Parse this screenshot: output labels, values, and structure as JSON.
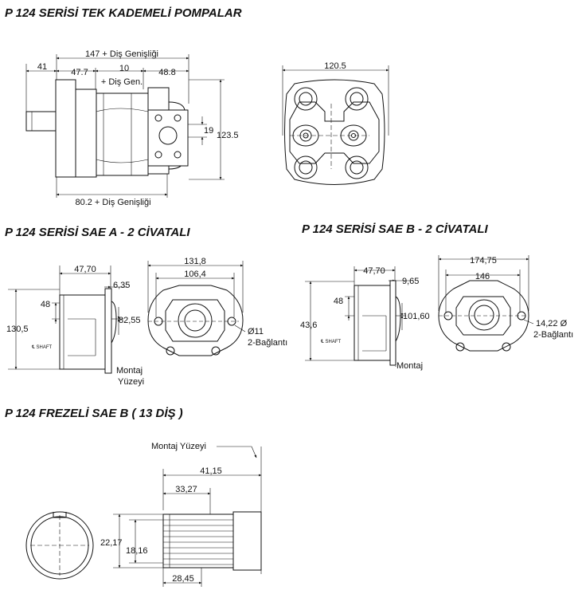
{
  "titles": {
    "main": "P 124 SERİSİ TEK KADEMELİ POMPALAR",
    "sae_a": "P 124 SERİSİ SAE A - 2 CİVATALI",
    "sae_b": "P 124 SERİSİ SAE B - 2 CİVATALI",
    "frezeli": "P 124 FREZELİ SAE B ( 13 DİŞ )"
  },
  "top_side": {
    "overall": "147 + Diş Genişliği",
    "left_shaft": "41",
    "seg_a": "47.7",
    "seg_mid_value": "10",
    "seg_mid_note": "+ Diş Gen.",
    "seg_b": "48.8",
    "port_offset": "19",
    "height": "123.5",
    "bottom": "80.2 + Diş Genişliği"
  },
  "top_front": {
    "width": "120.5"
  },
  "sae_a": {
    "d1": "47,70",
    "d2": "6,35",
    "d3": "48",
    "height": "130,5",
    "pilot": "82,55",
    "shaft": "℄ SHAFT",
    "mount_l1": "Montaj",
    "mount_l2": "Yüzeyi",
    "flange_outer": "131,8",
    "flange_inner": "106,4",
    "hole_l1": "Ø11",
    "hole_l2": "2-Bağlantı"
  },
  "sae_b": {
    "d1": "47,70",
    "d2": "9,65",
    "d3": "48",
    "height": "43,6",
    "pilot": "101,60",
    "shaft": "℄ SHAFT",
    "mount": "Montaj",
    "flange_outer": "174,75",
    "flange_inner": "146",
    "hole_l1": "14,22 Ø",
    "hole_l2": "2-Bağlantı"
  },
  "frezeli": {
    "mount_face": "Montaj Yüzeyi",
    "d1": "41,15",
    "d2": "33,27",
    "od": "22,17",
    "id": "18,16",
    "d3": "28,45"
  }
}
